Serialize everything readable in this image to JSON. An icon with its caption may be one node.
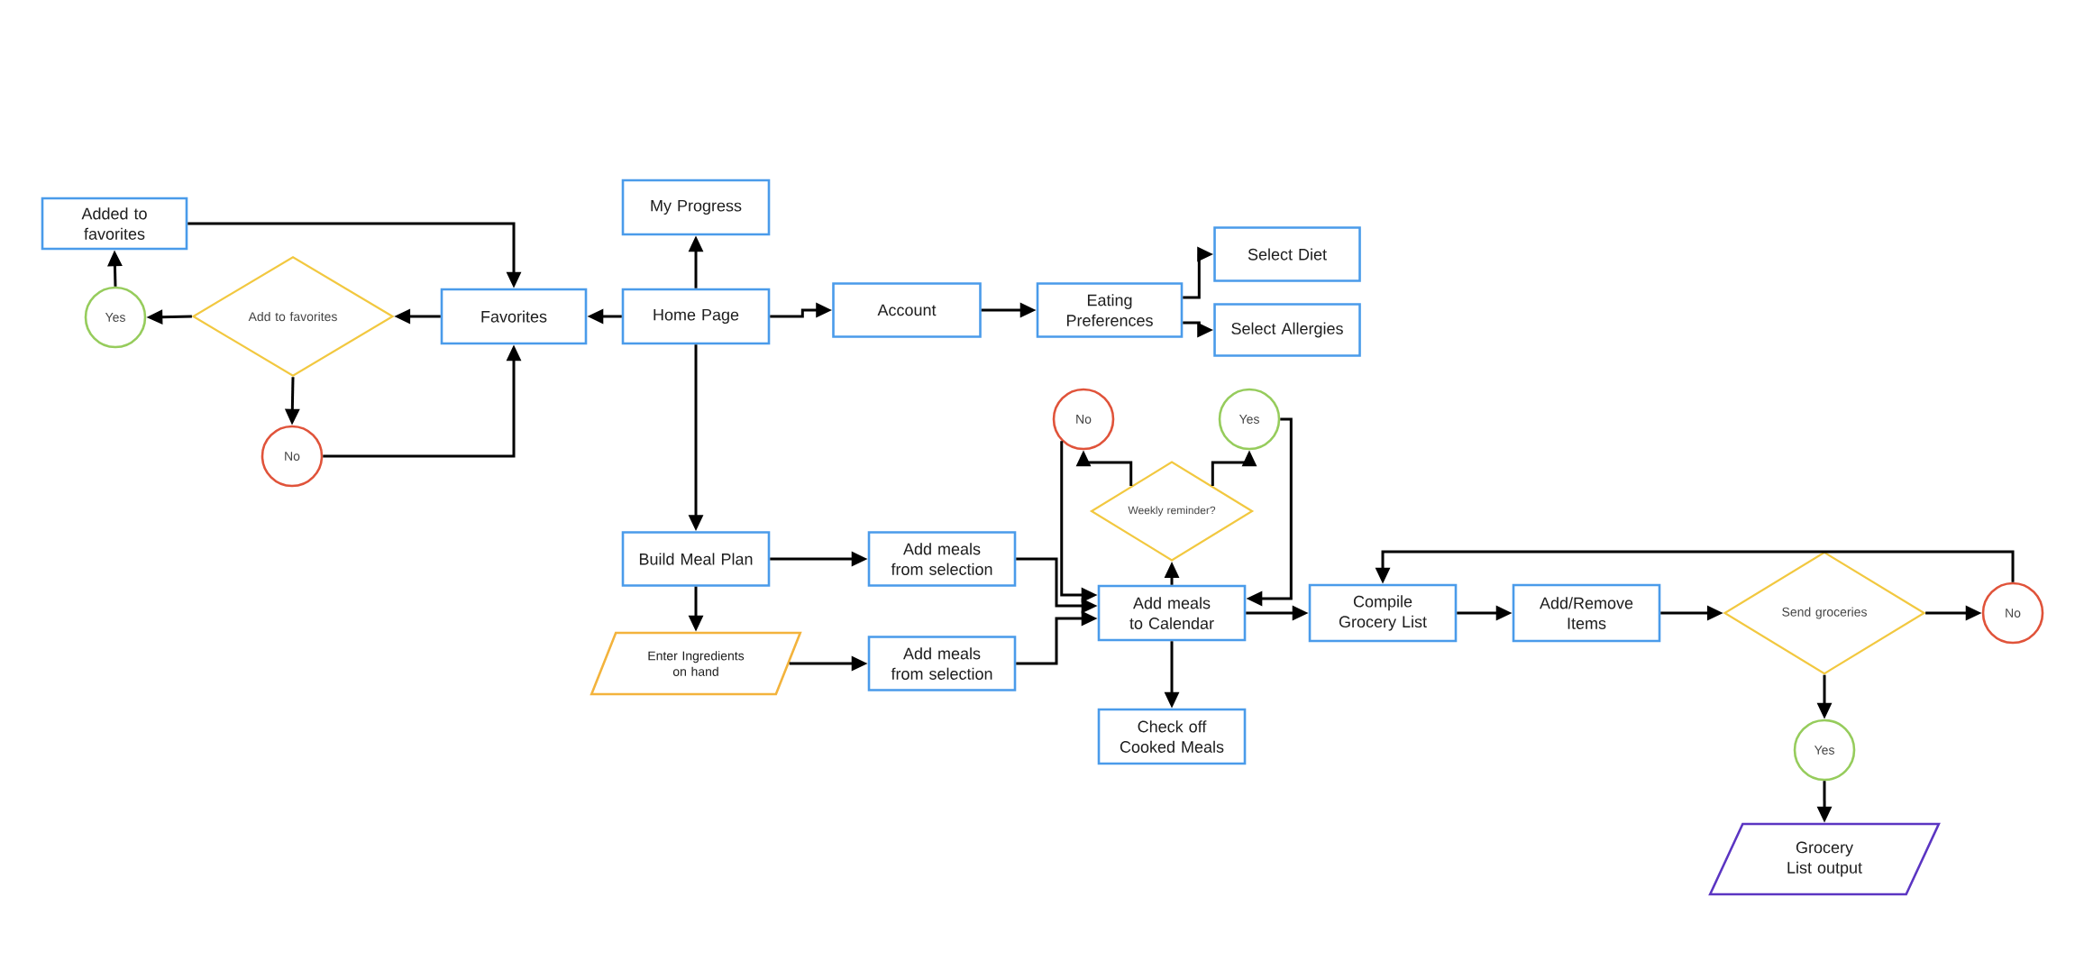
{
  "diagram": {
    "nodes": [
      {
        "text": [
          "Added to favorites"
        ]
      },
      {
        "text": [
          "My Progress"
        ]
      },
      {
        "text": [
          "Home Page"
        ]
      },
      {
        "text": [
          "Favorites"
        ]
      },
      {
        "text": [
          "Add to favorites"
        ]
      },
      {
        "text": [
          "Yes"
        ]
      },
      {
        "text": [
          "No"
        ]
      },
      {
        "text": [
          "Account"
        ]
      },
      {
        "text": [
          "Eating Preferences"
        ]
      },
      {
        "text": [
          "Select Diet"
        ]
      },
      {
        "text": [
          "Select Allergies"
        ]
      },
      {
        "text": [
          "Build Meal Plan"
        ]
      },
      {
        "text": [
          "Enter Ingredients on hand"
        ]
      },
      {
        "text": [
          "Add meals from selection"
        ]
      },
      {
        "text": [
          "Add meals from selection"
        ]
      },
      {
        "text": [
          "No"
        ]
      },
      {
        "text": [
          "Yes"
        ]
      },
      {
        "text": [
          "Weekly reminder?"
        ]
      },
      {
        "text": [
          "Add meals to Calendar"
        ]
      },
      {
        "text": [
          "Check off Cooked Meals"
        ]
      },
      {
        "text": [
          "Compile Grocery List"
        ]
      },
      {
        "text": [
          "Add/Remove Items"
        ]
      },
      {
        "text": [
          "Send groceries"
        ]
      },
      {
        "text": [
          "No"
        ]
      },
      {
        "text": [
          "Yes"
        ]
      },
      {
        "text": [
          "Grocery List output"
        ]
      }
    ],
    "edges": [
      {
        "from": 2,
        "to": 1,
        "arrow": "to"
      },
      {
        "from": 2,
        "to": 3,
        "arrow": "to"
      },
      {
        "from": 3,
        "to": 4,
        "arrow": "to"
      },
      {
        "from": 4,
        "to": 5,
        "arrow": "to"
      },
      {
        "from": 5,
        "to": 0,
        "arrow": "to"
      },
      {
        "from": 0,
        "to": 3,
        "arrow": "to"
      },
      {
        "from": 4,
        "to": 6,
        "arrow": "to"
      },
      {
        "from": 6,
        "to": 3,
        "arrow": "to"
      },
      {
        "from": 2,
        "to": 7,
        "arrow": "to"
      },
      {
        "from": 7,
        "to": 8,
        "arrow": "to"
      },
      {
        "from": 8,
        "to": 9,
        "arrow": "to"
      },
      {
        "from": 8,
        "to": 10,
        "arrow": "to"
      },
      {
        "from": 2,
        "to": 11,
        "arrow": "to"
      },
      {
        "from": 11,
        "to": 13,
        "arrow": "to"
      },
      {
        "from": 11,
        "to": 12,
        "arrow": "to"
      },
      {
        "from": 12,
        "to": 14,
        "arrow": "to"
      },
      {
        "from": 13,
        "to": 18,
        "arrow": "to"
      },
      {
        "from": 14,
        "to": 18,
        "arrow": "to"
      },
      {
        "from": 18,
        "to": 17,
        "arrow": "to"
      },
      {
        "from": 17,
        "to": 15,
        "arrow": "to"
      },
      {
        "from": 17,
        "to": 16,
        "arrow": "to"
      },
      {
        "from": 15,
        "to": 18,
        "arrow": "to"
      },
      {
        "from": 16,
        "to": 18,
        "arrow": "to"
      },
      {
        "from": 18,
        "to": 19,
        "arrow": "to"
      },
      {
        "from": 18,
        "to": 20,
        "arrow": "to"
      },
      {
        "from": 20,
        "to": 21,
        "arrow": "to"
      },
      {
        "from": 21,
        "to": 22,
        "arrow": "to"
      },
      {
        "from": 22,
        "to": 23,
        "arrow": "to"
      },
      {
        "from": 23,
        "to": 20,
        "arrow": "to"
      },
      {
        "from": 22,
        "to": 24,
        "arrow": "to"
      },
      {
        "from": 24,
        "to": 25,
        "arrow": "to"
      }
    ]
  }
}
